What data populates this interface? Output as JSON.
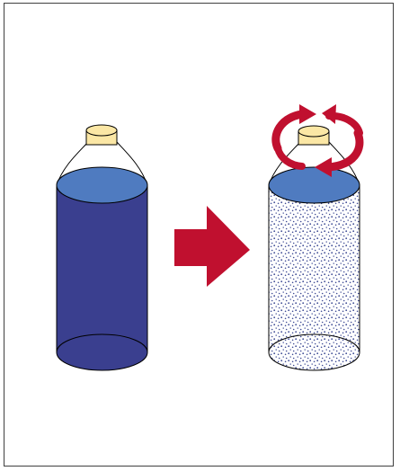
{
  "diagram": {
    "colors": {
      "border": "#3f3f3f",
      "bottle_outline": "#000000",
      "liquid_body": "#3a3f8f",
      "liquid_surface": "#4f7bc0",
      "cap_fill": "#fbe7a5",
      "arrow": "#c0102f",
      "dots": "#3f4c95"
    },
    "before": {
      "label": "",
      "state": "solid liquid"
    },
    "after": {
      "label": "",
      "state": "dispersed particles",
      "action": "cap rotation"
    },
    "transition": {
      "icon": "arrow-right-icon"
    }
  }
}
